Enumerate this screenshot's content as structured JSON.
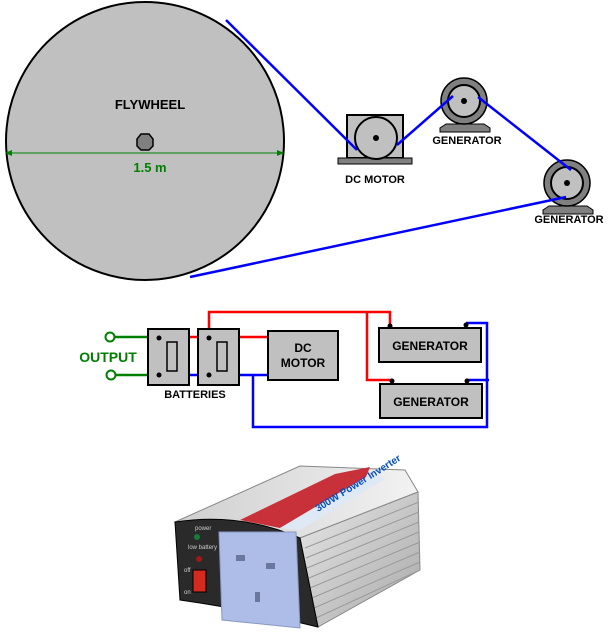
{
  "flywheel": {
    "label": "FLYWHEEL",
    "diameter": "1.5 m"
  },
  "mechanical": {
    "dc_motor_label": "DC MOTOR",
    "generator1_label": "GENERATOR",
    "generator2_label": "GENERATOR"
  },
  "circuit": {
    "output_label": "OUTPUT",
    "batteries_label": "BATTERIES",
    "dc_motor_line1": "DC",
    "dc_motor_line2": "MOTOR",
    "generator1_label": "GENERATOR",
    "generator2_label": "GENERATOR"
  },
  "inverter": {
    "brand_text": "300W Power Inverter",
    "power_label": "power",
    "low_battery_label": "low battery",
    "off_label": "off",
    "on_label": "on"
  },
  "colors": {
    "belt": "#0000ff",
    "positive_wire": "#ff0000",
    "negative_wire": "#0000ff",
    "output_wire": "#008000",
    "component_fill": "#c0c0c0"
  }
}
